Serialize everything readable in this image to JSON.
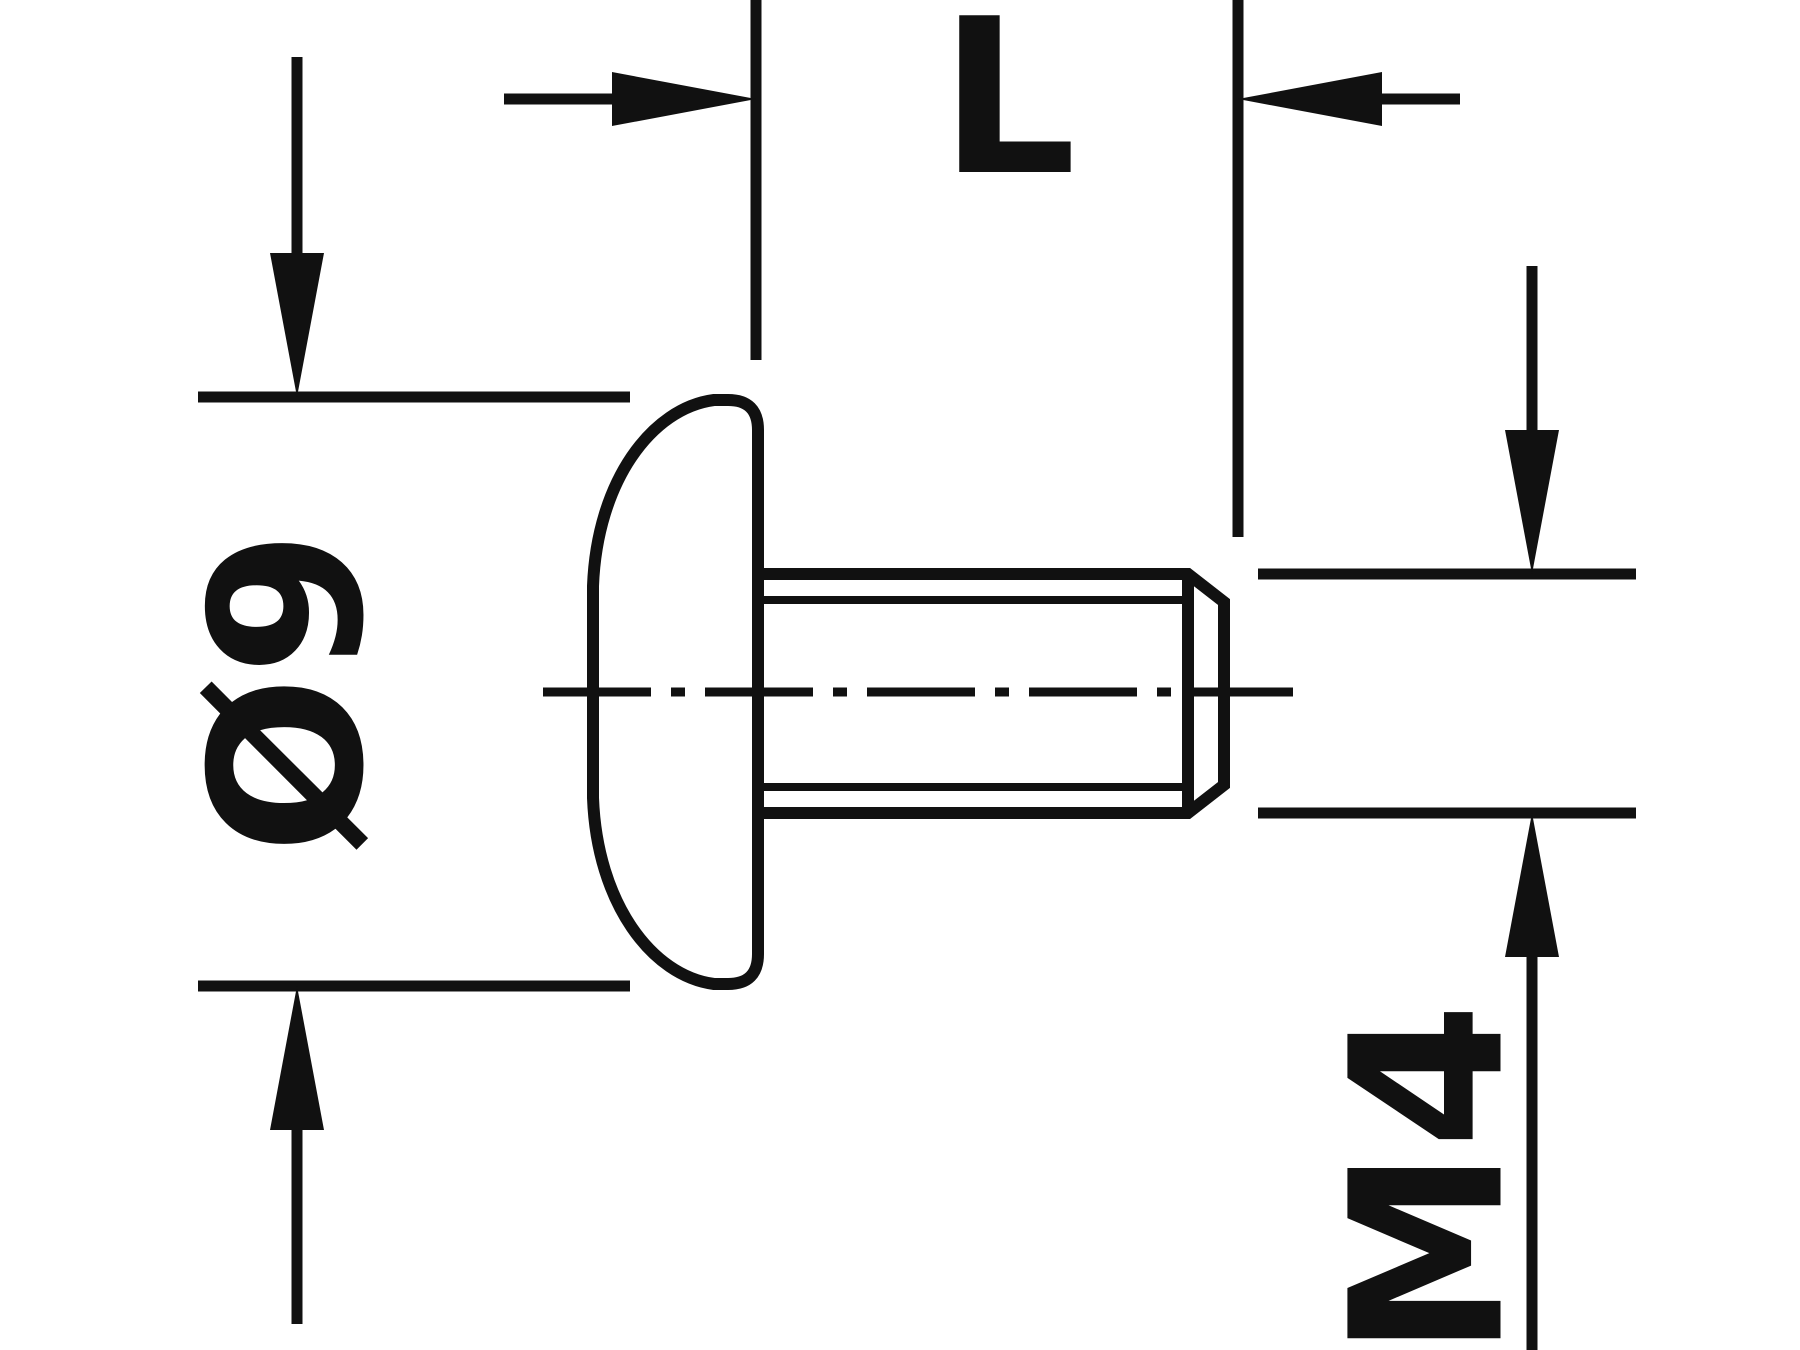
{
  "drawing": {
    "type": "technical-dimension-drawing",
    "subject": "screw with domed head, side view",
    "line_color": "#111111",
    "background_color": "#ffffff",
    "labels": {
      "length": "L",
      "head_diameter": "Ø9",
      "thread": "M4"
    }
  }
}
